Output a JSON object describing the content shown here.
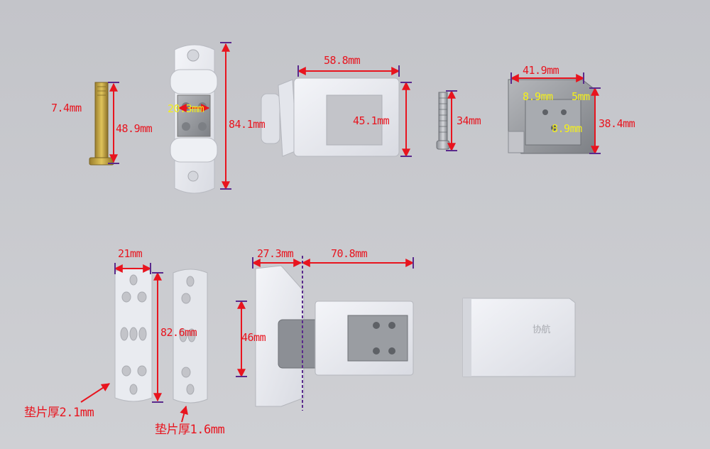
{
  "colors": {
    "background": "#c8c9cd",
    "dimension_red": "#e8141e",
    "dimension_yellow": "#f4f01a",
    "guide_purple": "#5a2a8c",
    "part_white": "#eceef3",
    "part_metal": "#9a9da2",
    "bolt_gold": "#c8a840"
  },
  "labels": {
    "bolt_dia": "7.4mm",
    "bolt_len": "48.9mm",
    "clip_width": "20.3mm",
    "clip_len": "84.1mm",
    "frame_width": "58.8mm",
    "frame_height": "45.1mm",
    "screw_len": "34mm",
    "block_width": "41.9mm",
    "block_hole_a": "8.9mm",
    "block_hole_b": "5mm",
    "block_hole_c": "8.9mm",
    "block_height": "38.4mm",
    "shim_width": "21mm",
    "shim_len": "82.6mm",
    "hinge_left": "27.3mm",
    "hinge_right": "70.8mm",
    "hinge_height": "46mm",
    "shim_thick_a": "垫片厚2.1mm",
    "shim_thick_b": "垫片厚1.6mm",
    "cover_logo": "协航"
  }
}
